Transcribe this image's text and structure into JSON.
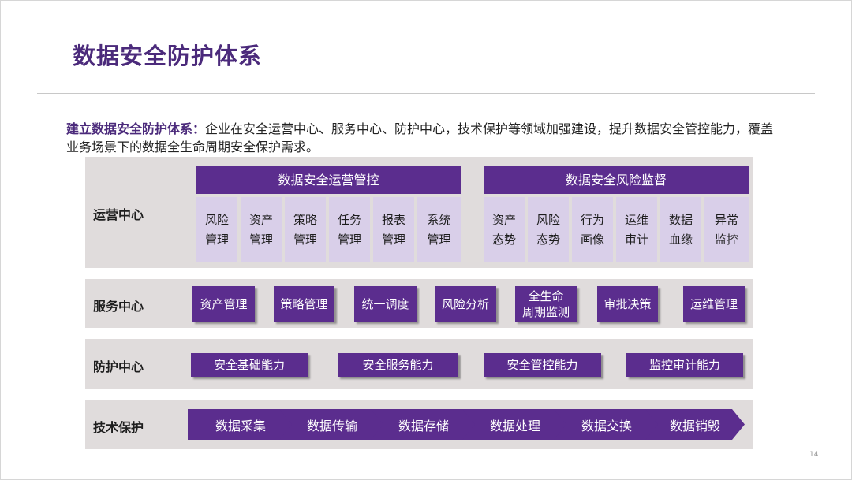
{
  "title": "数据安全防护体系",
  "intro": {
    "lead": "建立数据安全防护体系：",
    "body": "企业在安全运营中心、服务中心、防护中心，技术保护等领域加强建设，提升数据安全管控能力，覆盖业务场景下的数据全生命周期安全保护需求。"
  },
  "operations": {
    "label": "运营中心",
    "group1": {
      "title": "数据安全运营管控",
      "items": [
        "风险\n管理",
        "资产\n管理",
        "策略\n管理",
        "任务\n管理",
        "报表\n管理",
        "系统\n管理"
      ]
    },
    "group2": {
      "title": "数据安全风险监督",
      "items": [
        "资产\n态势",
        "风险\n态势",
        "行为\n画像",
        "运维\n审计",
        "数据\n血缘",
        "异常\n监控"
      ]
    }
  },
  "service": {
    "label": "服务中心",
    "items": [
      "资产管理",
      "策略管理",
      "统一调度",
      "风险分析",
      "全生命\n周期监测",
      "审批决策",
      "运维管理"
    ]
  },
  "protection": {
    "label": "防护中心",
    "items": [
      "安全基础能力",
      "安全服务能力",
      "安全管控能力",
      "监控审计能力"
    ]
  },
  "tech": {
    "label": "技术保护",
    "items": [
      "数据采集",
      "数据传输",
      "数据存储",
      "数据处理",
      "数据交换",
      "数据销毁"
    ]
  },
  "page_number": "14",
  "colors": {
    "primary": "#5b2d8e",
    "tile": "#d9cfe9",
    "band": "#e0dcdc",
    "title": "#4b2a7b"
  }
}
